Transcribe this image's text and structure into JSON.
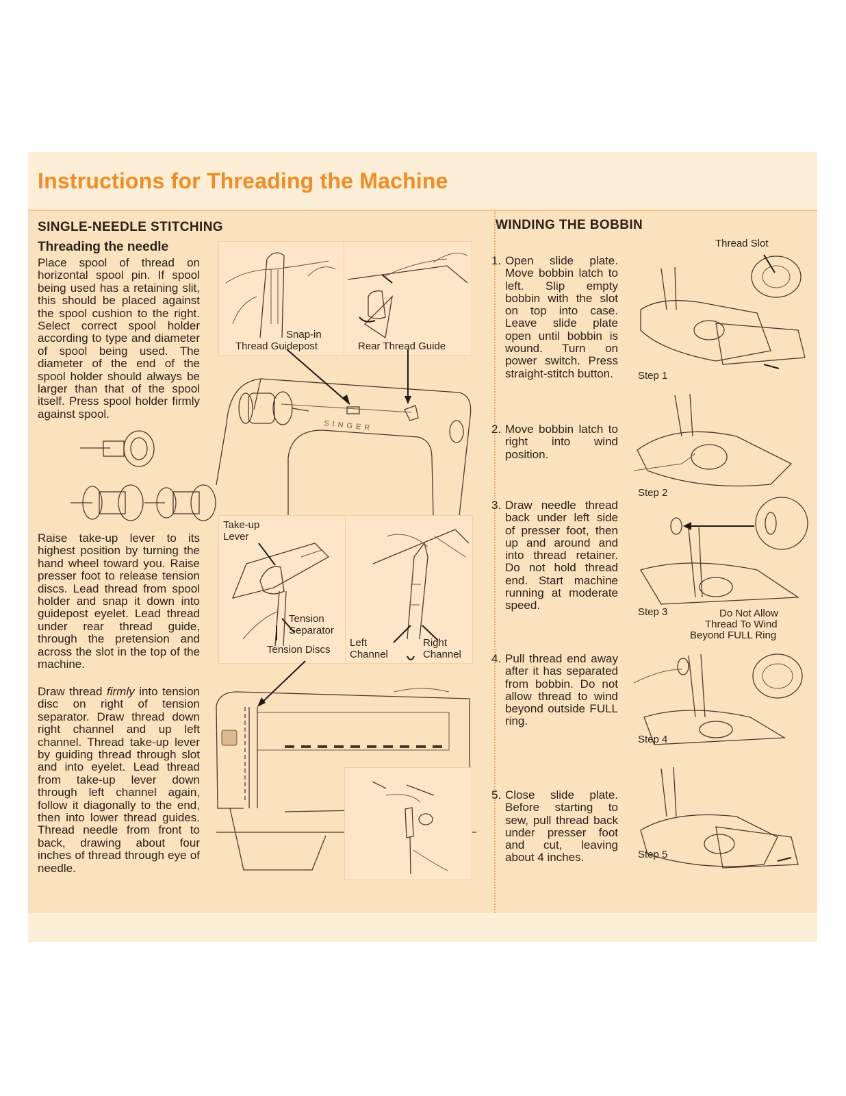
{
  "page": {
    "title": "Instructions for Threading the Machine"
  },
  "left": {
    "section_heading": "SINGLE-NEEDLE STITCHING",
    "subheading": "Threading the needle",
    "para1": "Place spool of thread on horizontal spool pin. If spool being used has a retaining slit, this should be placed against the spool cushion to the right. Select correct spool holder according to type and diameter of spool being used. The diameter of the end of the spool holder should always be larger than that of the spool itself. Press spool holder firmly against spool.",
    "para2": "Raise take-up lever to its highest position by turning the hand wheel toward you. Raise presser foot to release tension discs. Lead thread from spool holder and snap it down into guidepost eyelet. Lead thread under rear thread guide, through the pretension and across the slot in the top of the machine.",
    "para3_a": "Draw thread ",
    "para3_em": "firmly",
    "para3_b": " into tension disc on right of tension separator. Draw thread down right channel and up left channel. Thread take-up lever by guiding thread through slot and into eyelet. Lead thread from take-up lever down through left channel again, follow it diagonally to the end, then into lower thread guides. Thread needle from front to back, drawing about four inches of thread through eye of needle."
  },
  "illustration_labels": {
    "snap_in_1": "Snap-in",
    "snap_in_2": "Thread Guidepost",
    "rear_thread_guide": "Rear Thread Guide",
    "brand": "SINGER",
    "take_up_1": "Take-up",
    "take_up_2": "Lever",
    "tension_sep_1": "Tension",
    "tension_sep_2": "Separator",
    "tension_discs": "Tension Discs",
    "left_channel_1": "Left",
    "left_channel_2": "Channel",
    "right_channel_1": "Right",
    "right_channel_2": "Channel"
  },
  "right": {
    "section_heading": "WINDING THE BOBBIN",
    "steps": [
      {
        "num": "1.",
        "text": "Open slide plate. Move bobbin latch to left. Slip empty bobbin with the slot on top into case. Leave slide plate open until bobbin is wound. Turn on power switch. Press straight-stitch button."
      },
      {
        "num": "2.",
        "text": "Move bobbin latch to right into wind position."
      },
      {
        "num": "3.",
        "text": "Draw needle thread back under left side of presser foot, then up and around and into thread retainer. Do not hold thread end. Start machine running at moderate speed."
      },
      {
        "num": "4.",
        "text": "Pull thread end away after it has separated from bobbin. Do not allow thread to wind beyond outside FULL ring."
      },
      {
        "num": "5.",
        "text": "Close slide plate. Before starting to sew, pull thread back under presser foot and cut, leaving about 4 inches."
      }
    ],
    "labels": {
      "thread_slot": "Thread Slot",
      "step1": "Step 1",
      "step2": "Step 2",
      "step3": "Step 3",
      "step4": "Step 4",
      "step5": "Step 5",
      "warn1": "Do Not Allow",
      "warn2": "Thread To Wind",
      "warn3": "Beyond FULL Ring"
    }
  },
  "colors": {
    "title_orange": "#ef8d22",
    "panel_bg": "#fbe2bf",
    "band_bg": "#fdeed8",
    "ink": "#2a2118"
  }
}
